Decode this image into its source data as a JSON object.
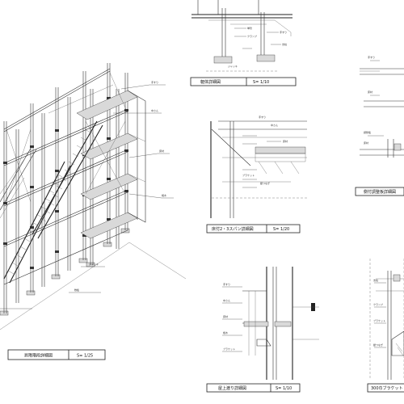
{
  "drawings": {
    "main_iso": {
      "title": "昇降階段詳細図",
      "scale": "S= 1/25"
    },
    "upper_center": {
      "title": "躯体詳細図",
      "scale": "S= 1/10"
    },
    "middle_center": {
      "title": "床付2・3スパン詳細図",
      "scale": "S= 1/20"
    },
    "lower_center": {
      "title": "屋上渡り詳細図",
      "scale": "S= 1/10"
    },
    "middle_right": {
      "title": "側付調整板詳細図"
    },
    "lower_right": {
      "title": "300巾ブラケット"
    }
  },
  "icons": {
    "note_callout": "leader-line-icon"
  }
}
